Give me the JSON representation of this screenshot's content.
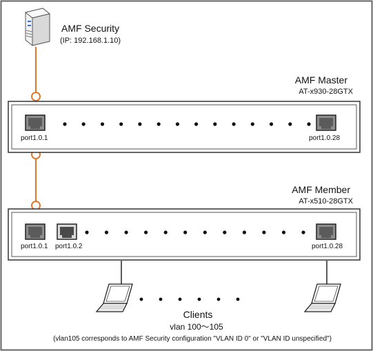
{
  "server": {
    "name": "AMF Security",
    "ip": "(IP: 192.168.1.10)",
    "icon": "server-icon"
  },
  "master": {
    "title": "AMF Master",
    "model": "AT-x930-28GTX",
    "ports": [
      {
        "label": "port1.0.1"
      },
      {
        "label": "port1.0.28"
      }
    ],
    "dot_count": 14
  },
  "member": {
    "title": "AMF Member",
    "model": "AT-x510-28GTX",
    "ports": [
      {
        "label": "port1.0.1"
      },
      {
        "label": "port1.0.2"
      },
      {
        "label": "port1.0.28"
      }
    ],
    "dot_count": 12
  },
  "clients": {
    "title": "Clients",
    "vlan": "vlan 100～105",
    "note": "(vlan105 corresponds to AMF Security configuration \"VLAN ID 0\" or \"VLAN ID unspecified\")",
    "icon": "laptop-icon",
    "dot_count": 6
  },
  "colors": {
    "link": "#e07a2a",
    "outline": "#333333",
    "panel_fill": "#ffffff",
    "port_fill": "#8c8c8c",
    "port_fill_light": "#d8d8d8"
  }
}
